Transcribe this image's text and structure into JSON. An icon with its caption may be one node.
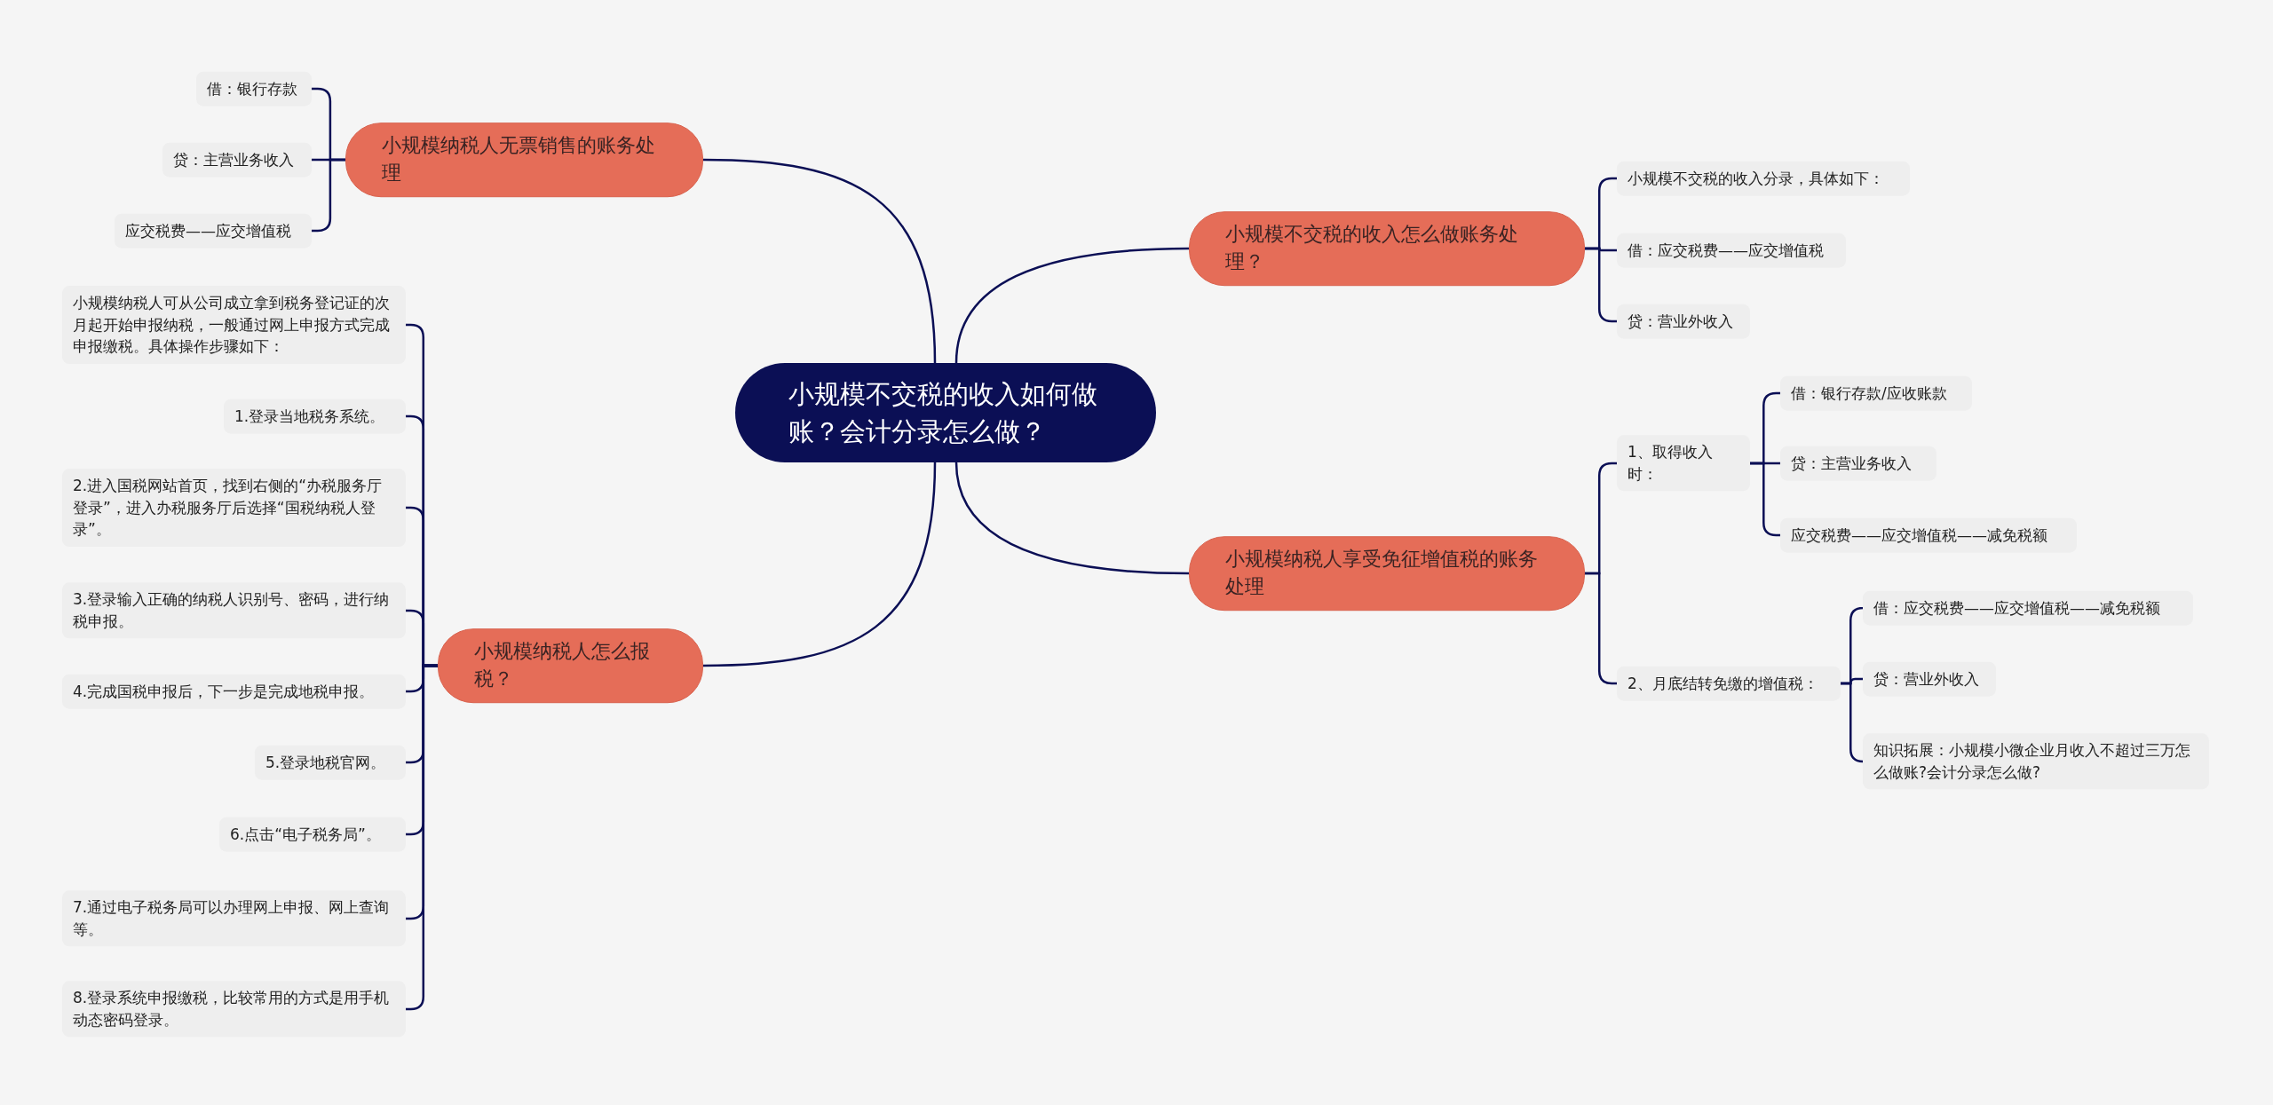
{
  "diagram": {
    "nodes": [
      {
        "text": [
          "小规模不交税的收入如何做账？会计分录怎么做？"
        ]
      },
      {
        "text": [
          "小规模纳税人无票销售的账务处理"
        ]
      },
      {
        "text": [
          "借：银行存款"
        ]
      },
      {
        "text": [
          "贷：主营业务收入"
        ]
      },
      {
        "text": [
          "应交税费——应交增值税"
        ]
      },
      {
        "text": [
          "小规模纳税人怎么报税？"
        ]
      },
      {
        "text": [
          "小规模纳税人可从公司成立拿到税务登记证的次月起开始申报纳税，一般通过网上申报方式完成申报缴税。具体操作步骤如下："
        ]
      },
      {
        "text": [
          "1.登录当地税务系统。"
        ]
      },
      {
        "text": [
          "2.进入国税网站首页，找到右侧的“办税服务厅登录”，进入办税服务厅后选择“国税纳税人登录”。"
        ]
      },
      {
        "text": [
          "3.登录输入正确的纳税人识别号、密码，进行纳税申报。"
        ]
      },
      {
        "text": [
          "4.完成国税申报后，下一步是完成地税申报。"
        ]
      },
      {
        "text": [
          "5.登录地税官网。"
        ]
      },
      {
        "text": [
          "6.点击“电子税务局”。"
        ]
      },
      {
        "text": [
          "7.通过电子税务局可以办理网上申报、网上查询等。"
        ]
      },
      {
        "text": [
          "8.登录系统申报缴税，比较常用的方式是用手机动态密码登录。"
        ]
      },
      {
        "text": [
          "小规模不交税的收入怎么做账务处理？"
        ]
      },
      {
        "text": [
          "小规模不交税的收入分录，具体如下："
        ]
      },
      {
        "text": [
          "借：应交税费——应交增值税"
        ]
      },
      {
        "text": [
          "贷：营业外收入"
        ]
      },
      {
        "text": [
          "小规模纳税人享受免征增值税的账务处理"
        ]
      },
      {
        "text": [
          "1、取得收入时："
        ]
      },
      {
        "text": [
          "借：银行存款/应收账款"
        ]
      },
      {
        "text": [
          "贷：主营业务收入"
        ]
      },
      {
        "text": [
          "应交税费——应交增值税——减免税额"
        ]
      },
      {
        "text": [
          "2、月底结转免缴的增值税："
        ]
      },
      {
        "text": [
          "借：应交税费——应交增值税——减免税额"
        ]
      },
      {
        "text": [
          "贷：营业外收入"
        ]
      },
      {
        "text": [
          "知识拓展：小规模小微企业月收入不超过三万怎么做账?会计分录怎么做?"
        ]
      }
    ],
    "edges": [
      {
        "from": 0,
        "to": 1,
        "arrow": "none"
      },
      {
        "from": 1,
        "to": 2,
        "arrow": "none"
      },
      {
        "from": 1,
        "to": 3,
        "arrow": "none"
      },
      {
        "from": 1,
        "to": 4,
        "arrow": "none"
      },
      {
        "from": 0,
        "to": 5,
        "arrow": "none"
      },
      {
        "from": 5,
        "to": 6,
        "arrow": "none"
      },
      {
        "from": 5,
        "to": 7,
        "arrow": "none"
      },
      {
        "from": 5,
        "to": 8,
        "arrow": "none"
      },
      {
        "from": 5,
        "to": 9,
        "arrow": "none"
      },
      {
        "from": 5,
        "to": 10,
        "arrow": "none"
      },
      {
        "from": 5,
        "to": 11,
        "arrow": "none"
      },
      {
        "from": 5,
        "to": 12,
        "arrow": "none"
      },
      {
        "from": 5,
        "to": 13,
        "arrow": "none"
      },
      {
        "from": 5,
        "to": 14,
        "arrow": "none"
      },
      {
        "from": 0,
        "to": 15,
        "arrow": "none"
      },
      {
        "from": 15,
        "to": 16,
        "arrow": "none"
      },
      {
        "from": 15,
        "to": 17,
        "arrow": "none"
      },
      {
        "from": 15,
        "to": 18,
        "arrow": "none"
      },
      {
        "from": 0,
        "to": 19,
        "arrow": "none"
      },
      {
        "from": 19,
        "to": 20,
        "arrow": "none"
      },
      {
        "from": 19,
        "to": 24,
        "arrow": "none"
      },
      {
        "from": 20,
        "to": 21,
        "arrow": "none"
      },
      {
        "from": 20,
        "to": 22,
        "arrow": "none"
      },
      {
        "from": 20,
        "to": 23,
        "arrow": "none"
      },
      {
        "from": 24,
        "to": 25,
        "arrow": "none"
      },
      {
        "from": 24,
        "to": 26,
        "arrow": "none"
      },
      {
        "from": 24,
        "to": 27,
        "arrow": "none"
      }
    ]
  }
}
